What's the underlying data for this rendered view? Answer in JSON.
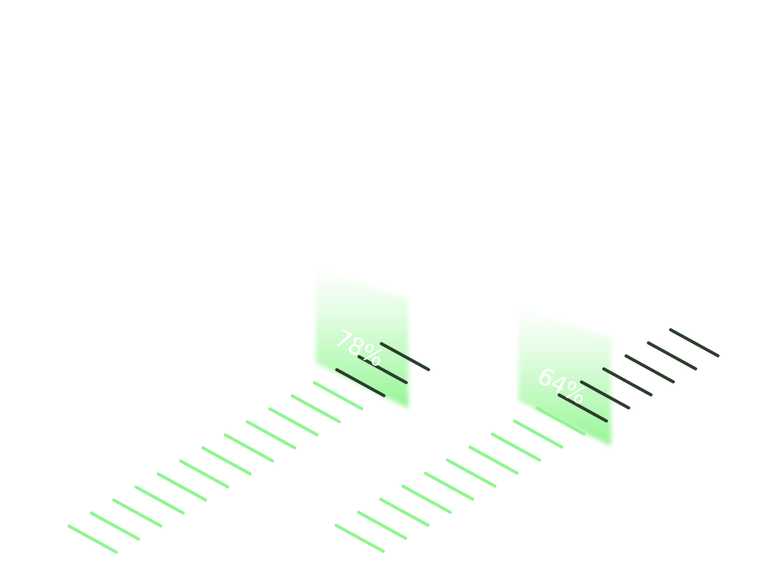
{
  "gauges": [
    {
      "label": "78%",
      "value": 0.78,
      "filled_ticks": 12,
      "empty_ticks": 3
    },
    {
      "label": "64%",
      "value": 0.64,
      "filled_ticks": 10,
      "empty_ticks": 6
    }
  ],
  "colors": {
    "tick_filled": "#90f590",
    "tick_empty": "#2b3d2b",
    "glow": "#8ff58f",
    "label": "#ffffff",
    "background": "#ffffff"
  }
}
